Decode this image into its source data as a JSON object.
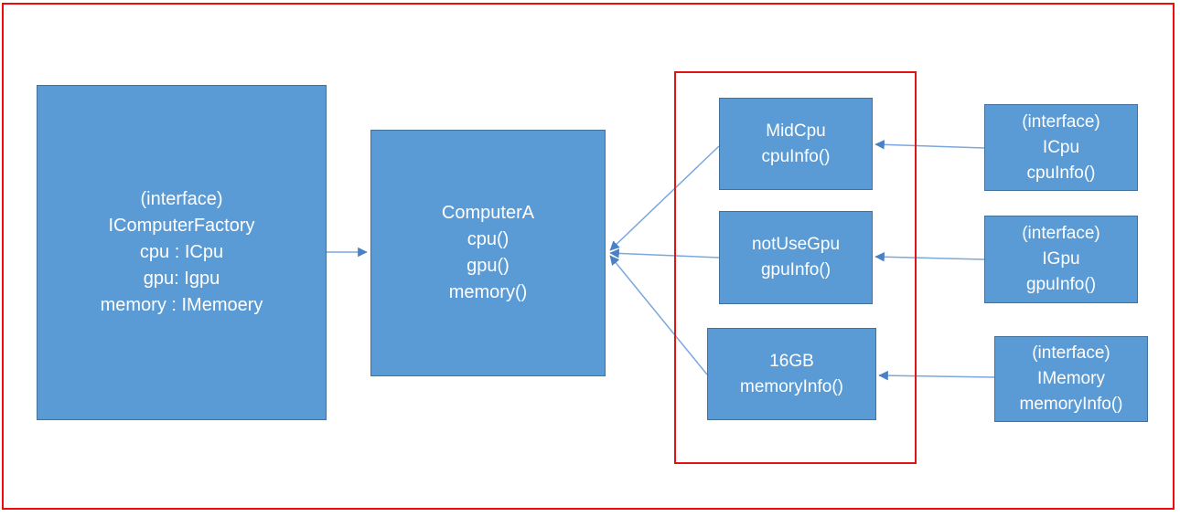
{
  "diagram": {
    "boxes": {
      "factory": {
        "lines": [
          "(interface)",
          "IComputerFactory",
          "cpu : ICpu",
          "gpu: Igpu",
          "memory : IMemoery"
        ]
      },
      "computer_a": {
        "lines": [
          "ComputerA",
          "cpu()",
          "gpu()",
          "memory()"
        ]
      },
      "mid_cpu": {
        "lines": [
          "MidCpu",
          "cpuInfo()"
        ]
      },
      "not_use_gpu": {
        "lines": [
          "notUseGpu",
          "gpuInfo()"
        ]
      },
      "memory_16gb": {
        "lines": [
          "16GB",
          "memoryInfo()"
        ]
      },
      "icpu": {
        "lines": [
          "(interface)",
          "ICpu",
          "cpuInfo()"
        ]
      },
      "igpu": {
        "lines": [
          "(interface)",
          "IGpu",
          "gpuInfo()"
        ]
      },
      "imemory": {
        "lines": [
          "(interface)",
          "IMemory",
          "memoryInfo()"
        ]
      }
    },
    "colors": {
      "box_fill": "#5b9bd5",
      "box_border": "#41719c",
      "box_text": "#ffffff",
      "connector_line": "#7ba7dd",
      "arrowhead": "#4a80c4",
      "outer_border_red": "#ee0b0b",
      "group_border_red": "#e01414"
    }
  }
}
